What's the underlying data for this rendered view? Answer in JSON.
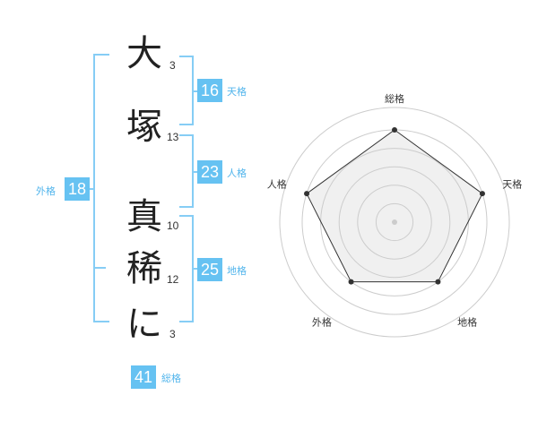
{
  "name": {
    "characters": [
      {
        "char": "大",
        "strokes": "3"
      },
      {
        "char": "塚",
        "strokes": "13"
      },
      {
        "char": "真",
        "strokes": "10"
      },
      {
        "char": "稀",
        "strokes": "12"
      },
      {
        "char": "に",
        "strokes": "3"
      }
    ]
  },
  "fortune": {
    "tenkaku": {
      "value": "16",
      "label": "天格"
    },
    "jinkaku": {
      "value": "23",
      "label": "人格"
    },
    "chikaku": {
      "value": "25",
      "label": "地格"
    },
    "gaikaku": {
      "value": "18",
      "label": "外格"
    },
    "soukaku": {
      "value": "41",
      "label": "総格"
    }
  },
  "colors": {
    "accent": "#66c2f2",
    "bracket": "#86cdf5",
    "label": "#52b5ec",
    "radar_fill": "#f0f0f0",
    "radar_line": "#333333",
    "grid": "#cccccc"
  },
  "chart_data": {
    "type": "radar",
    "axes": [
      "総格",
      "天格",
      "地格",
      "外格",
      "人格"
    ],
    "values": [
      5,
      5,
      4,
      4,
      5
    ],
    "max": 5,
    "rings": 5
  }
}
